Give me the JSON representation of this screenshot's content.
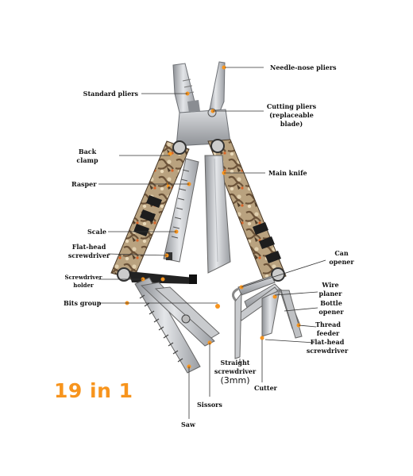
{
  "headline": "19 in 1",
  "accent_color": "#f7941d",
  "labels": {
    "needle_nose_pliers": "Needle-nose pliers",
    "standard_pliers": "Standard pliers",
    "cutting_pliers_1": "Cutting pliers",
    "cutting_pliers_2": "(replaceable",
    "cutting_pliers_3": "blade)",
    "back_clamp_1": "Back",
    "back_clamp_2": "clamp",
    "main_knife": "Main knife",
    "rasper": "Rasper",
    "scale": "Scale",
    "can_opener_1": "Can",
    "can_opener_2": "opener",
    "flat_head_screwdriver_left_1": "Flat-head",
    "flat_head_screwdriver_left_2": "screwdriver",
    "screwdriver_holder_1": "Screwdriver",
    "screwdriver_holder_2": "holder",
    "wire_planer_1": "Wire",
    "wire_planer_2": "planer",
    "bits_group": "Bits group",
    "bottle_opener_1": "Bottle",
    "bottle_opener_2": "opener",
    "thread_feeder_1": "Thread",
    "thread_feeder_2": "feeder",
    "flat_head_screwdriver_right_1": "Flat-head",
    "flat_head_screwdriver_right_2": "screwdriver",
    "straight_screwdriver_1": "Straight",
    "straight_screwdriver_2": "screwdriver",
    "straight_screwdriver_3": "(3mm)",
    "cutter": "Cutter",
    "sissors": "Sissors",
    "saw": "Saw"
  }
}
